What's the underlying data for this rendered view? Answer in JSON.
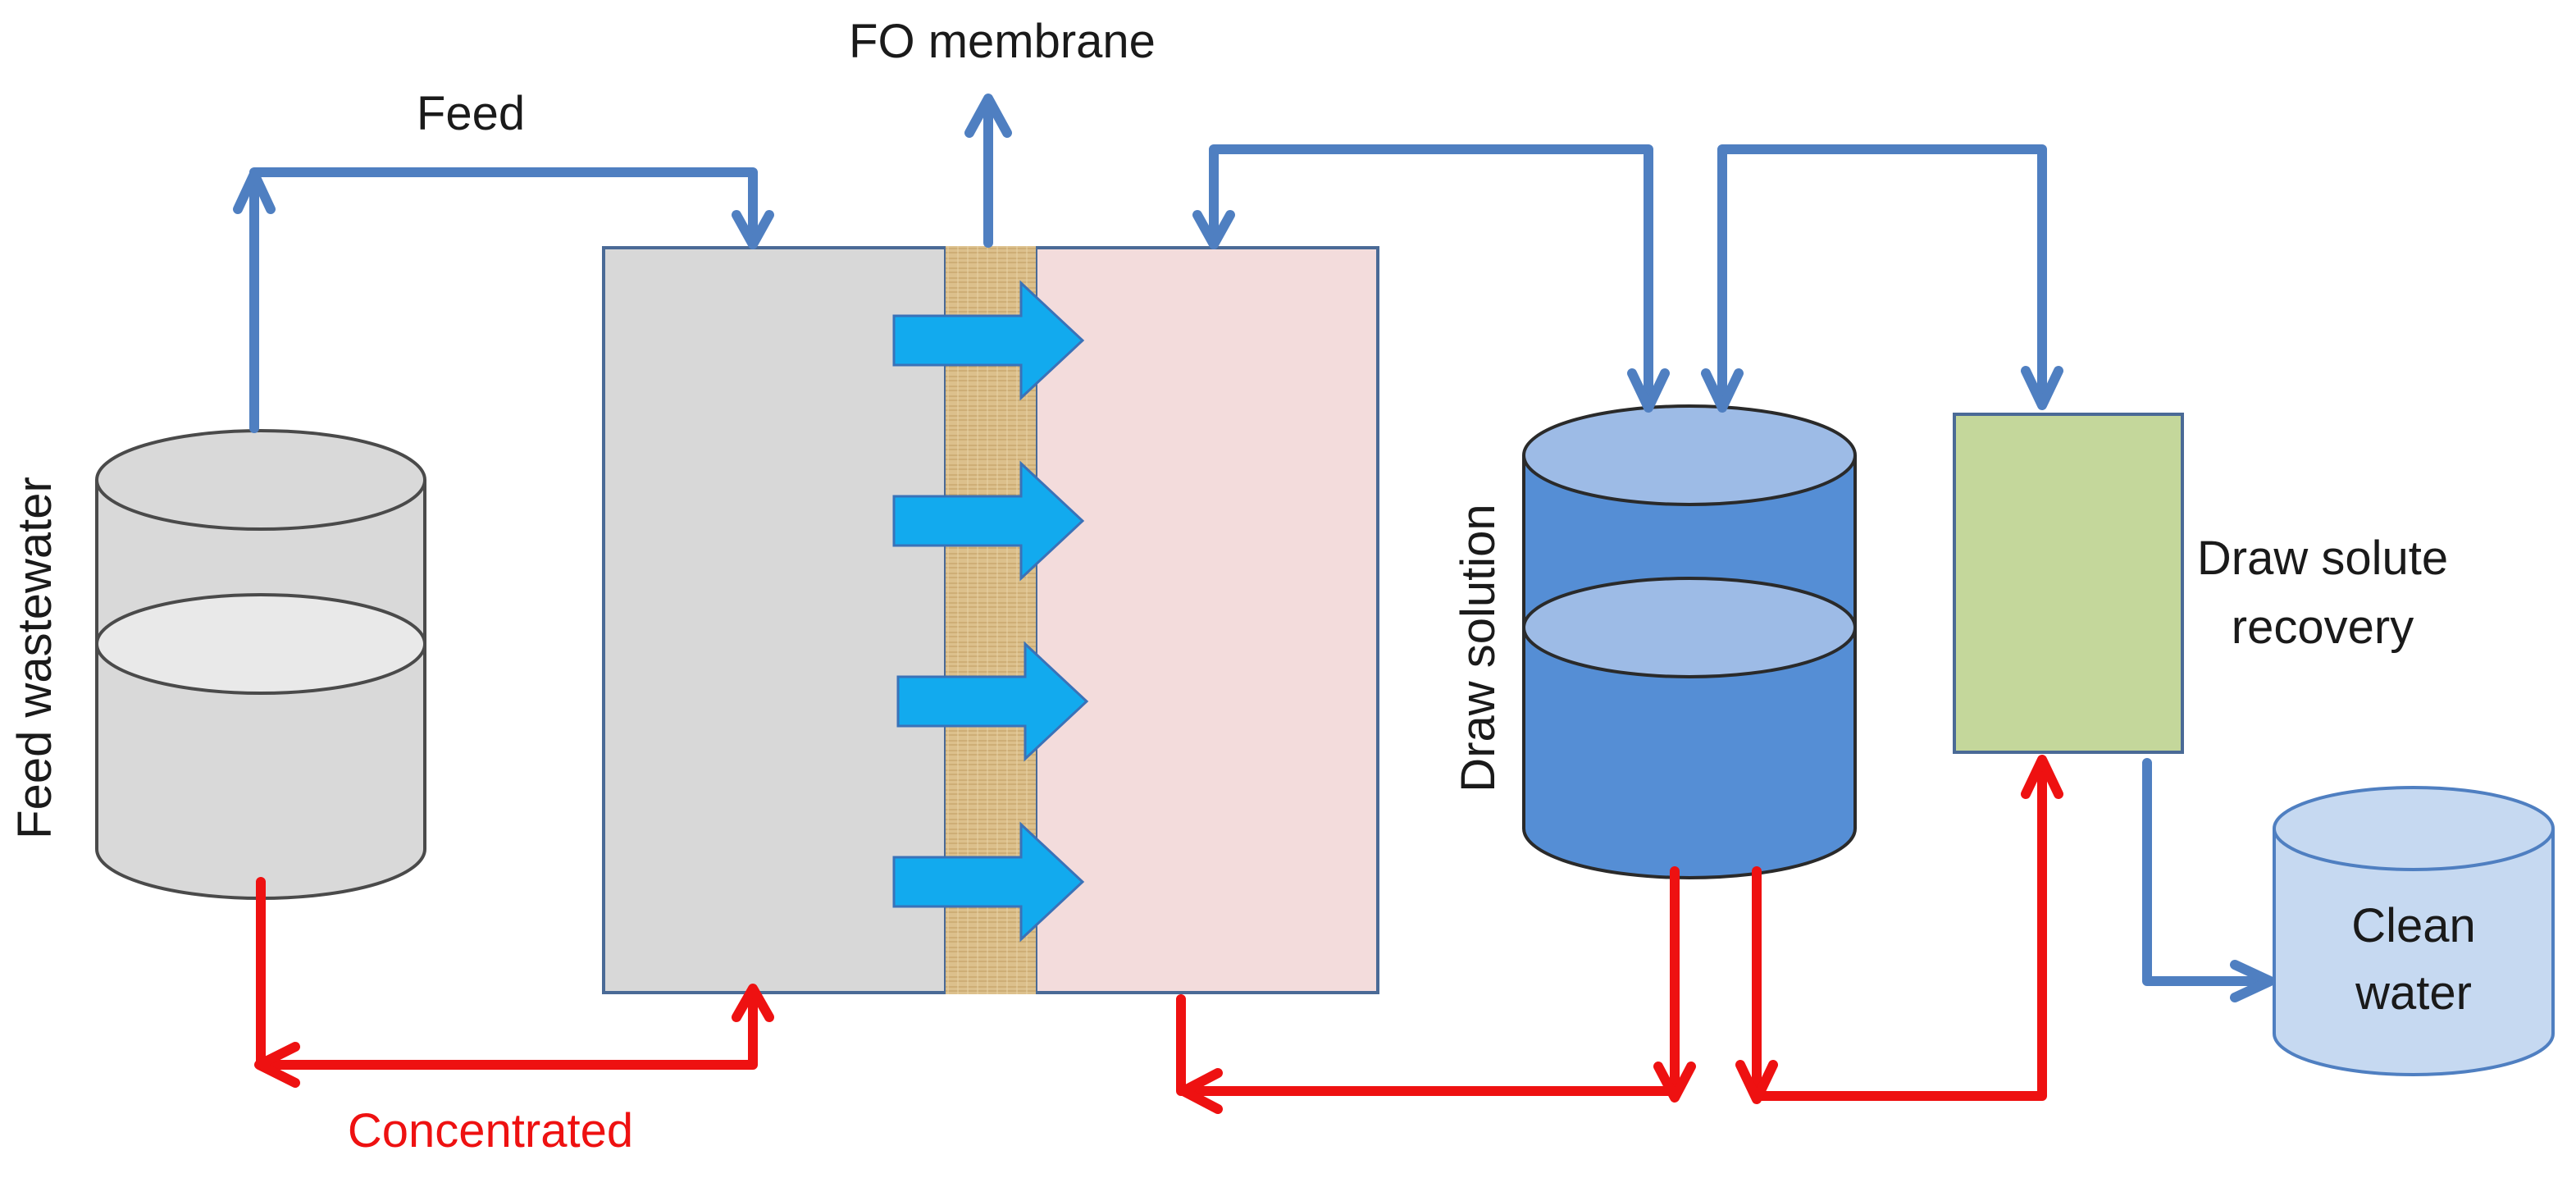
{
  "labels": {
    "fo_membrane": "FO membrane",
    "feed": "Feed",
    "feed_wastewater": "Feed wastewater",
    "draw_solution": "Draw solution",
    "draw_solute_recovery_line1": "Draw solute",
    "draw_solute_recovery_line2": "recovery",
    "clean_water_line1": "Clean",
    "clean_water_line2": "water",
    "concentrated": "Concentrated"
  },
  "colors": {
    "blue_flow": "#4f7fc1",
    "red_flow": "#ee1111",
    "feed_tank": "#d9d9d9",
    "feed_side": "#d8d8d8",
    "draw_side": "#f3dcdc",
    "membrane": "#dcc08c",
    "water_flux_arrow": "#12aaee",
    "draw_tank": "#558ed5",
    "draw_tank_surface": "#9dbbe6",
    "recovery_unit": "#c4d79b",
    "clean_water_tank": "#c6d9f1",
    "concentrated_text": "#ee1111"
  }
}
